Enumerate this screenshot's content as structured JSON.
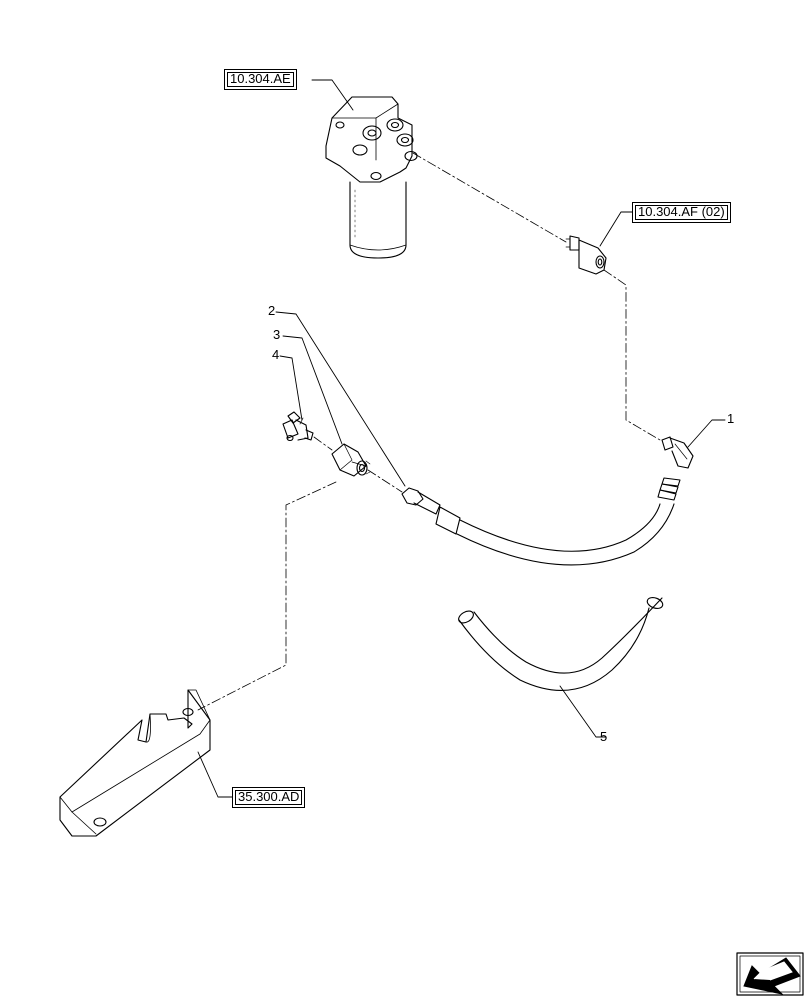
{
  "references": {
    "top_filter": "10.304.AE",
    "adapter": "10.304.AF (02)",
    "bracket": "35.300.AD"
  },
  "callouts": {
    "item1": "1",
    "item2": "2",
    "item3": "3",
    "item4": "4",
    "item5": "5"
  },
  "icons": {
    "nav": "back-arrow-icon"
  },
  "colors": {
    "line": "#000000",
    "background": "#ffffff"
  }
}
